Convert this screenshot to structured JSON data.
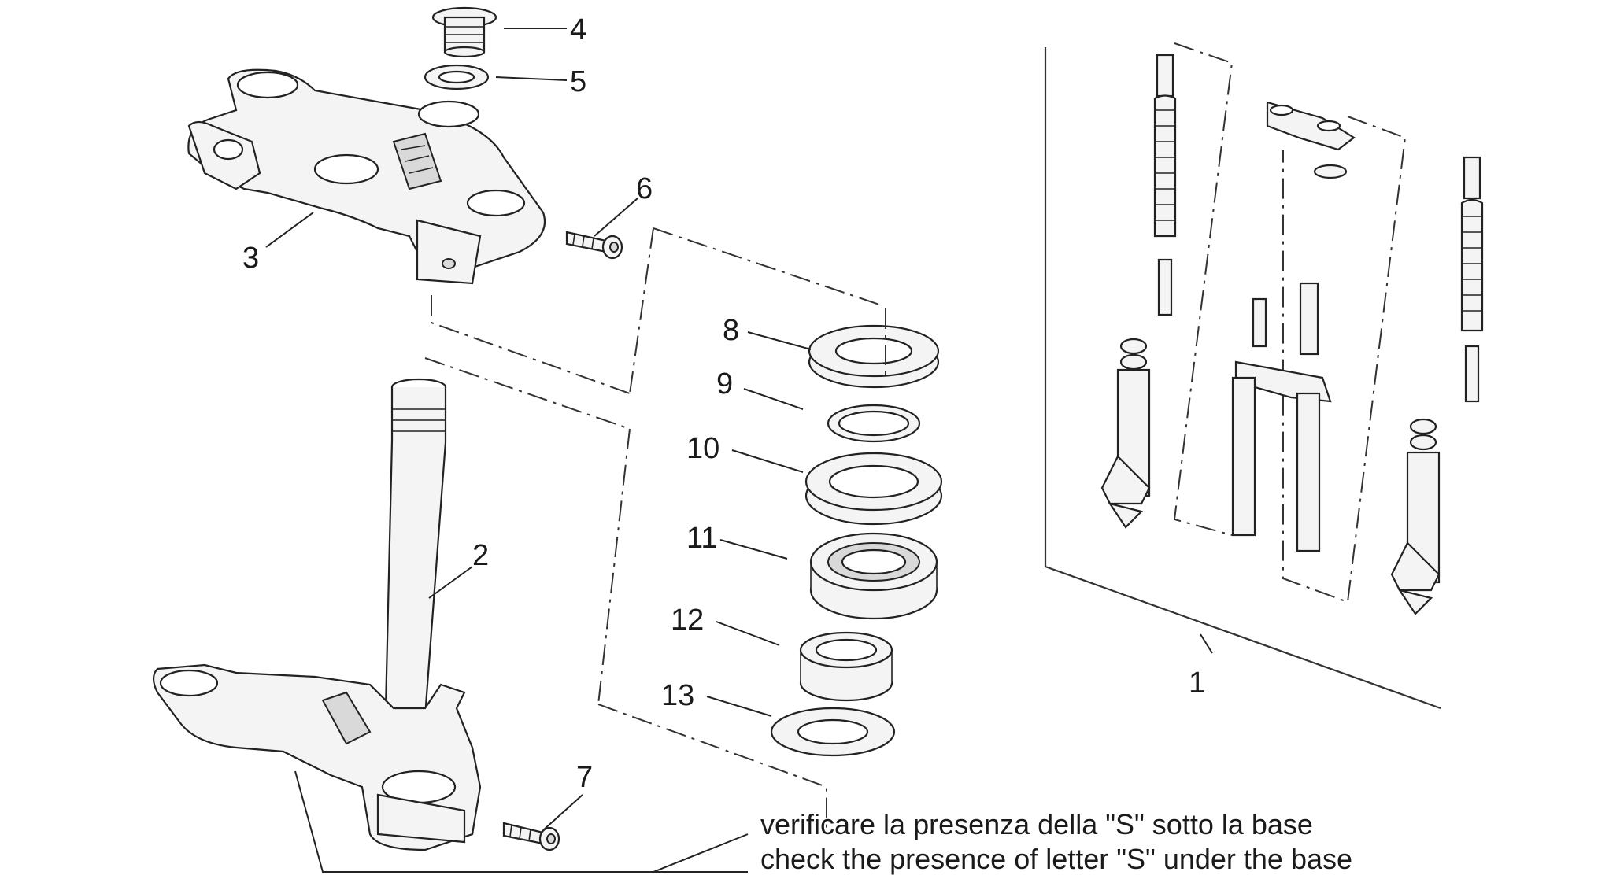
{
  "callouts": {
    "c1": "1",
    "c2": "2",
    "c3": "3",
    "c4": "4",
    "c5": "5",
    "c6": "6",
    "c7": "7",
    "c8": "8",
    "c9": "9",
    "c10": "10",
    "c11": "11",
    "c12": "12",
    "c13": "13"
  },
  "notes": {
    "italian": "verificare la presenza della \"S\" sotto la base",
    "english": "check the presence of letter \"S\" under the base"
  }
}
